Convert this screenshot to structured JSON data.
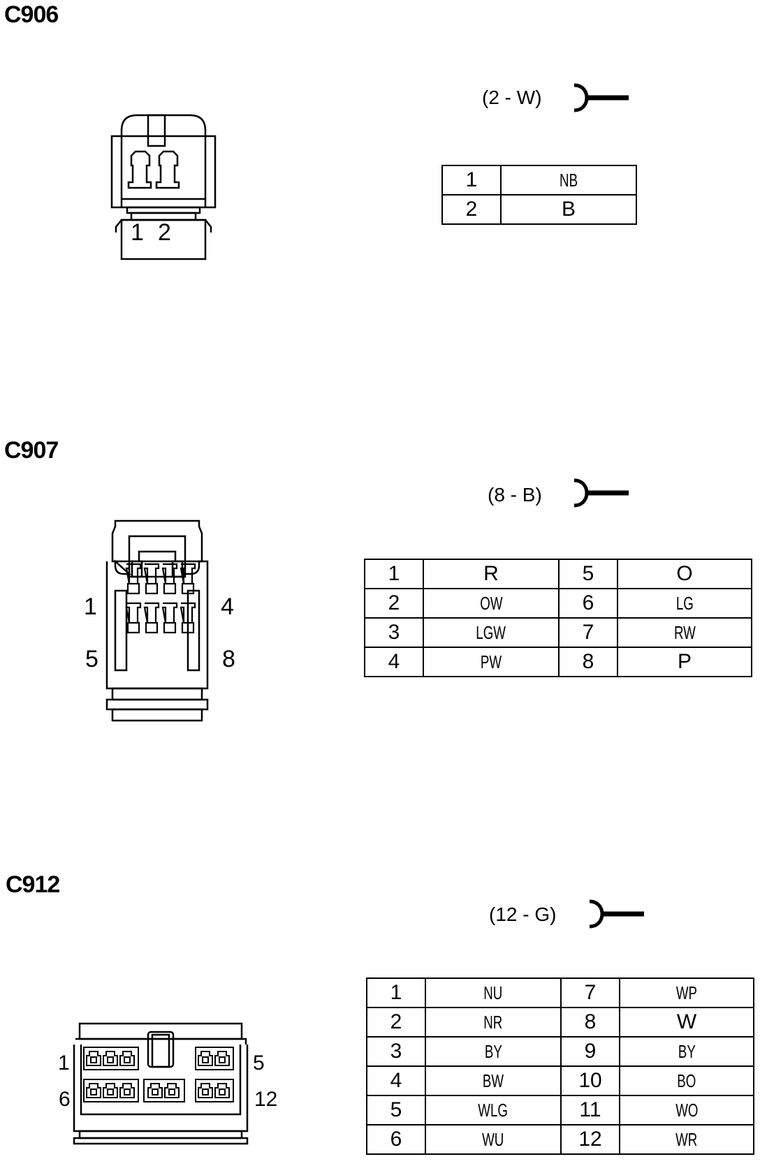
{
  "connectors": [
    {
      "id": "C906",
      "spec": "(2 - W)",
      "face_labels": [
        "1",
        "2"
      ],
      "pins": [
        {
          "pin": "1",
          "wire": "NB"
        },
        {
          "pin": "2",
          "wire": "B"
        }
      ]
    },
    {
      "id": "C907",
      "spec": "(8 - B)",
      "face_labels": [
        "1",
        "4",
        "5",
        "8"
      ],
      "rows": [
        [
          {
            "pin": "1",
            "wire": "R"
          },
          {
            "pin": "5",
            "wire": "O"
          }
        ],
        [
          {
            "pin": "2",
            "wire": "OW"
          },
          {
            "pin": "6",
            "wire": "LG"
          }
        ],
        [
          {
            "pin": "3",
            "wire": "LGW"
          },
          {
            "pin": "7",
            "wire": "RW"
          }
        ],
        [
          {
            "pin": "4",
            "wire": "PW"
          },
          {
            "pin": "8",
            "wire": "P"
          }
        ]
      ]
    },
    {
      "id": "C912",
      "spec": "(12 - G)",
      "face_labels": [
        "1",
        "5",
        "6",
        "12"
      ],
      "rows": [
        [
          {
            "pin": "1",
            "wire": "NU"
          },
          {
            "pin": "7",
            "wire": "WP"
          }
        ],
        [
          {
            "pin": "2",
            "wire": "NR"
          },
          {
            "pin": "8",
            "wire": "W"
          }
        ],
        [
          {
            "pin": "3",
            "wire": "BY"
          },
          {
            "pin": "9",
            "wire": "BY"
          }
        ],
        [
          {
            "pin": "4",
            "wire": "BW"
          },
          {
            "pin": "10",
            "wire": "BO"
          }
        ],
        [
          {
            "pin": "5",
            "wire": "WLG"
          },
          {
            "pin": "11",
            "wire": "WO"
          }
        ],
        [
          {
            "pin": "6",
            "wire": "WU"
          },
          {
            "pin": "12",
            "wire": "WR"
          }
        ]
      ]
    }
  ]
}
